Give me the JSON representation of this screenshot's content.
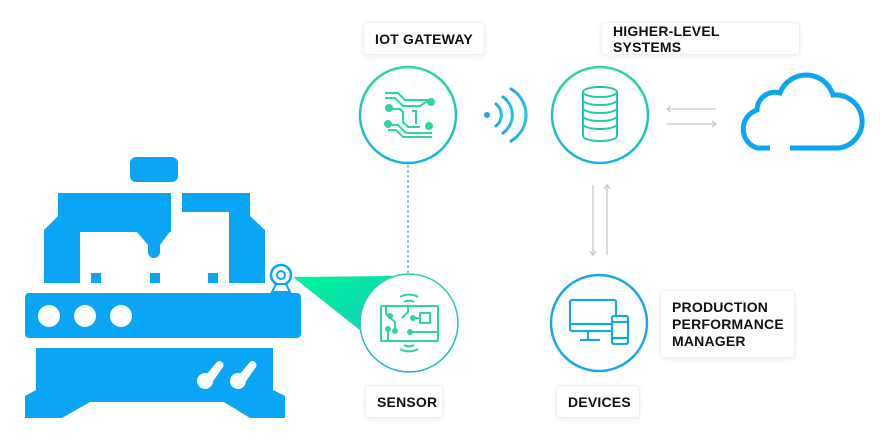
{
  "labels": {
    "iot_gateway": "IOT GATEWAY",
    "higher_level_systems": "HIGHER-LEVEL SYSTEMS",
    "sensor": "SENSOR",
    "devices": "DEVICES",
    "ppm": [
      "PRODUCTION",
      "PERFORMANCE",
      "MANAGER"
    ]
  },
  "colors": {
    "machine_blue": "#0aa5f5",
    "accent_green": "#2fd59a",
    "arrow_gray": "#c8c8c8"
  },
  "icons": [
    "cnc-machine-icon",
    "camera-icon",
    "circuit-icon",
    "wifi-signal-icon",
    "database-icon",
    "cloud-icon",
    "sensor-board-icon",
    "devices-icon"
  ]
}
